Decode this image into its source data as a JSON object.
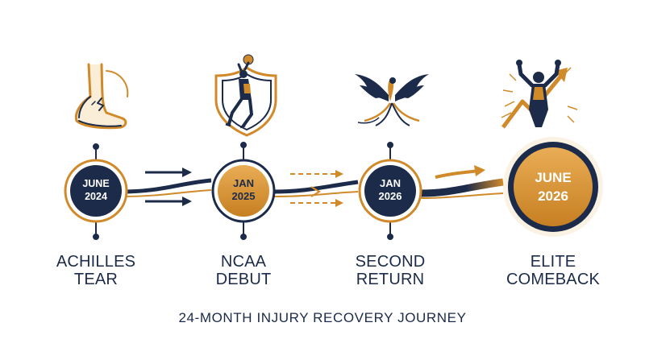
{
  "colors": {
    "navy": "#1c2b4a",
    "gold": "#d08a2a",
    "gold_light": "#e7b35c",
    "white": "#ffffff"
  },
  "milestones": [
    {
      "date_line1": "JUNE",
      "date_line2": "2024",
      "label_line1": "ACHILLES",
      "label_line2": "TEAR",
      "icon": "foot-injury-icon",
      "node_style": "navy"
    },
    {
      "date_line1": "JAN",
      "date_line2": "2025",
      "label_line1": "NCAA",
      "label_line2": "DEBUT",
      "icon": "basketball-player-shield-icon",
      "node_style": "gold"
    },
    {
      "date_line1": "JAN",
      "date_line2": "2026",
      "label_line1": "SECOND",
      "label_line2": "RETURN",
      "icon": "phoenix-icon",
      "node_style": "navy"
    },
    {
      "date_line1": "JUNE",
      "date_line2": "2026",
      "label_line1": "ELITE",
      "label_line2": "COMEBACK",
      "icon": "celebrating-athlete-arrow-icon",
      "node_style": "gold-large"
    }
  ],
  "footer": {
    "title": "24-MONTH INJURY RECOVERY JOURNEY"
  }
}
